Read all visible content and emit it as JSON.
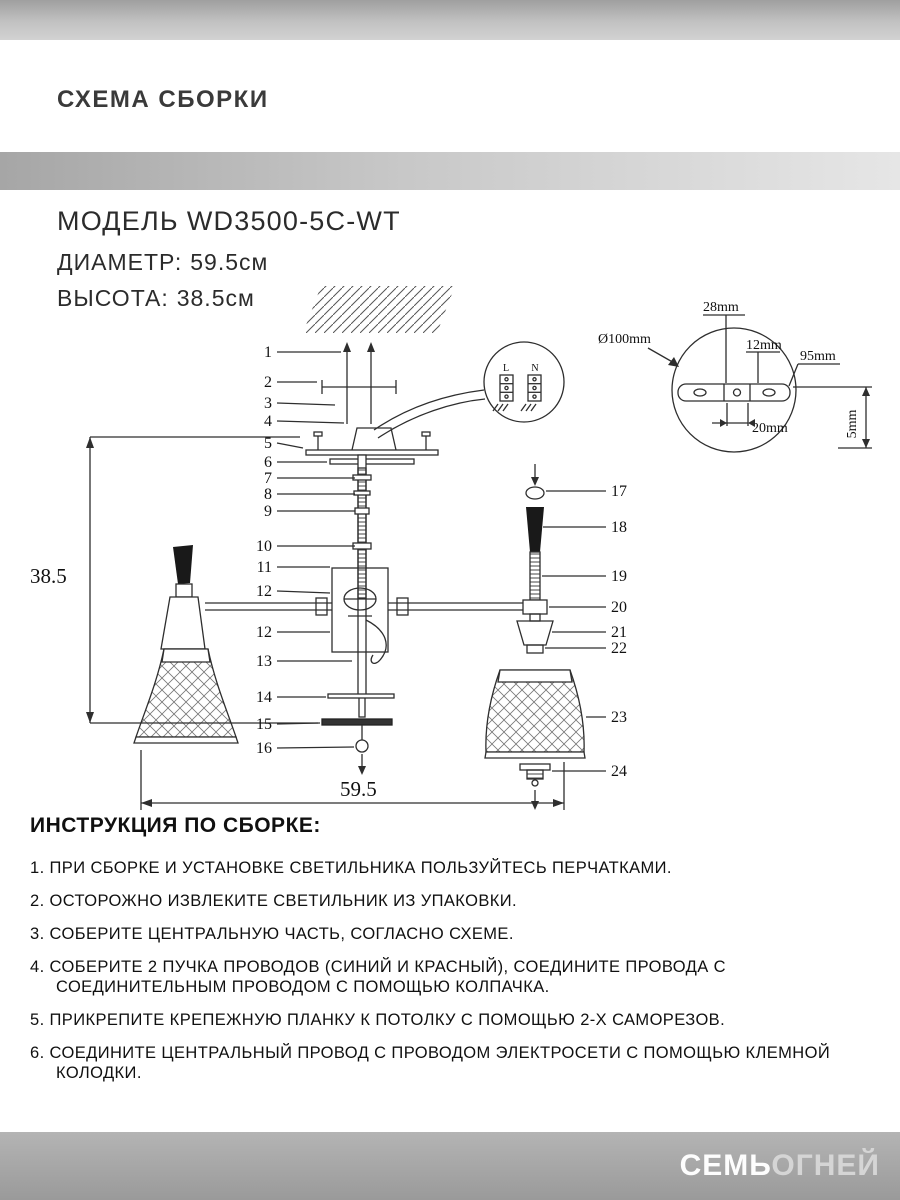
{
  "header": {
    "title": "СХЕМА СБОРКИ"
  },
  "product": {
    "model_label": "МОДЕЛЬ",
    "model_value": "WD3500-5C-WT",
    "diameter_label": "ДИАМЕТР:",
    "diameter_value": "59.5см",
    "height_label": "ВЫСОТА:",
    "height_value": "38.5см"
  },
  "diagram": {
    "height_dim": "38.5",
    "width_dim": "59.5",
    "detail_dims": {
      "d100": "Ø100mm",
      "d28": "28mm",
      "d12": "12mm",
      "d95": "95mm",
      "d20": "20mm",
      "d5": "5mm"
    },
    "terminal": {
      "l": "L",
      "n": "N"
    },
    "parts_left": [
      "1",
      "2",
      "3",
      "4",
      "5",
      "6",
      "7",
      "8",
      "9",
      "10",
      "11",
      "12",
      "12",
      "13",
      "14",
      "15",
      "16"
    ],
    "parts_right": [
      "17",
      "18",
      "19",
      "20",
      "21",
      "22",
      "23",
      "24"
    ]
  },
  "instructions": {
    "title": "ИНСТРУКЦИЯ ПО СБОРКЕ:",
    "items": [
      "1. ПРИ СБОРКЕ И УСТАНОВКЕ СВЕТИЛЬНИКА ПОЛЬЗУЙТЕСЬ ПЕРЧАТКАМИ.",
      "2. ОСТОРОЖНО ИЗВЛЕКИТЕ СВЕТИЛЬНИК ИЗ УПАКОВКИ.",
      "3. СОБЕРИТЕ ЦЕНТРАЛЬНУЮ ЧАСТЬ, СОГЛАСНО СХЕМЕ.",
      "4. СОБЕРИТЕ 2 ПУЧКА ПРОВОДОВ (СИНИЙ И КРАСНЫЙ), СОЕДИНИТЕ ПРОВОДА С СОЕДИНИТЕЛЬНЫМ ПРОВОДОМ С ПОМОЩЬЮ КОЛПАЧКА.",
      "5. ПРИКРЕПИТЕ КРЕПЕЖНУЮ ПЛАНКУ К ПОТОЛКУ С ПОМОЩЬЮ 2-Х САМОРЕЗОВ.",
      "6. СОЕДИНИТЕ ЦЕНТРАЛЬНЫЙ ПРОВОД С ПРОВОДОМ ЭЛЕКТРОСЕТИ С ПОМОЩЬЮ КЛЕМНОЙ КОЛОДКИ."
    ]
  },
  "footer": {
    "brand_bold": "СЕМЬ",
    "brand_light": "ОГНЕЙ"
  }
}
